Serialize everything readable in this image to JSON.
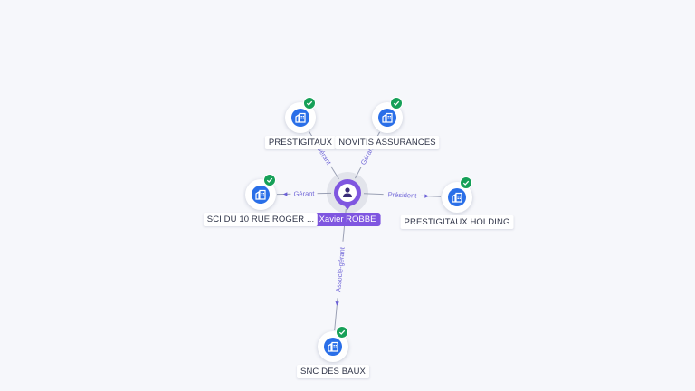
{
  "center": {
    "name": "Xavier ROBBE",
    "icon": "person-icon",
    "color": "#7f56e0"
  },
  "companies": [
    {
      "id": "prestigitaux",
      "name": "PRESTIGITAUX",
      "icon": "building-icon",
      "verified": true
    },
    {
      "id": "novitis",
      "name": "NOVITIS ASSURANCES",
      "icon": "building-icon",
      "verified": true
    },
    {
      "id": "sci",
      "name": "SCI DU 10 RUE ROGER ...",
      "icon": "building-icon",
      "verified": true
    },
    {
      "id": "holding",
      "name": "PRESTIGITAUX HOLDING",
      "icon": "building-icon",
      "verified": true
    },
    {
      "id": "snc",
      "name": "SNC DES BAUX",
      "icon": "building-icon",
      "verified": true
    }
  ],
  "relations": [
    {
      "to": "prestigitaux",
      "label": "Gérant"
    },
    {
      "to": "novitis",
      "label": "Gérant"
    },
    {
      "to": "sci",
      "label": "Gérant"
    },
    {
      "to": "holding",
      "label": "Président"
    },
    {
      "to": "snc",
      "label": "Associé-gérant"
    }
  ],
  "colors": {
    "company": "#2a6fe8",
    "verified": "#16a058",
    "edge": "#9aa0b4",
    "edge_label": "#7268d8"
  }
}
